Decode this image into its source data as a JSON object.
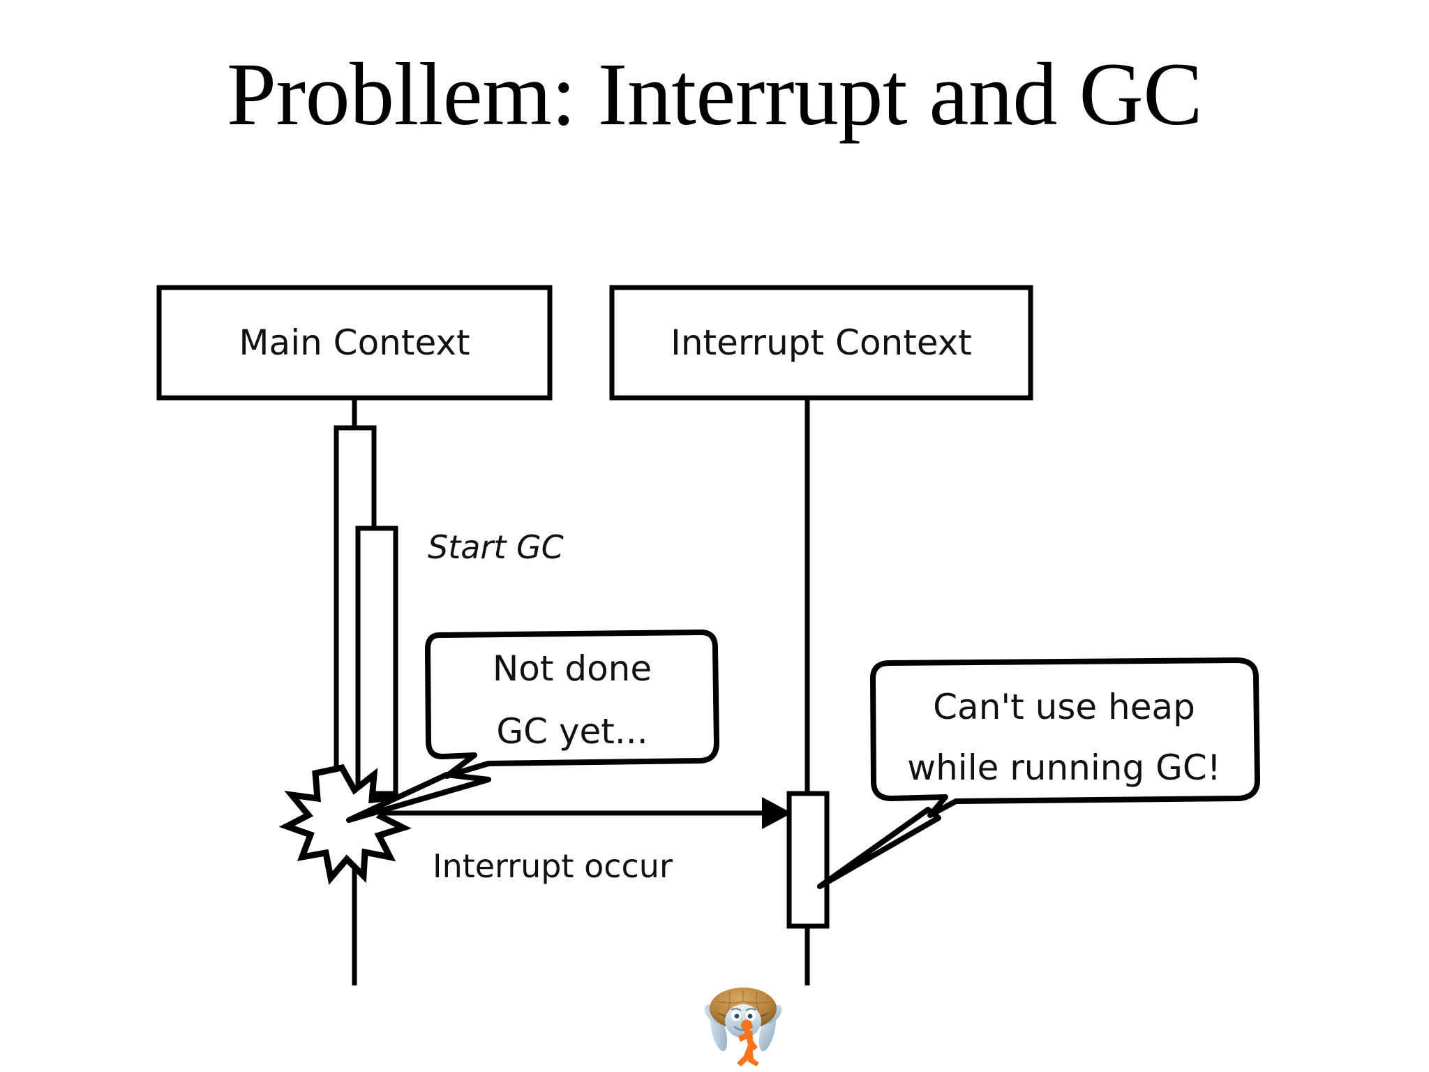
{
  "slide": {
    "title": "Probllem: Interrupt and GC",
    "background_color": "#ffffff",
    "ink_color": "#000000"
  },
  "diagram": {
    "type": "sequence-diagram",
    "participants": [
      {
        "id": "main",
        "label": "Main Context"
      },
      {
        "id": "interrupt",
        "label": "Interrupt Context"
      }
    ],
    "labels": {
      "start_gc": "Start GC",
      "interrupt_occur": "Interrupt occur"
    },
    "bubbles": [
      {
        "id": "not-done-gc",
        "line1": "Not done",
        "line2": "GC yet...",
        "points_at": "explosion-on-main-lifeline"
      },
      {
        "id": "cant-use-heap",
        "line1": "Can't use heap",
        "line2": "while running GC!",
        "points_at": "interrupt-activation-bar"
      }
    ],
    "events": [
      {
        "name": "explosion",
        "description": "interrupt hits main context during GC"
      },
      {
        "name": "interrupt-arrow",
        "from": "main",
        "to": "interrupt",
        "label": "Interrupt occur"
      }
    ]
  },
  "mascot": {
    "name": "mruby-turtle-mascot",
    "shell_color": "#b5833c",
    "body_color": "#cfe0ea",
    "figure_color": "#f4731c"
  }
}
